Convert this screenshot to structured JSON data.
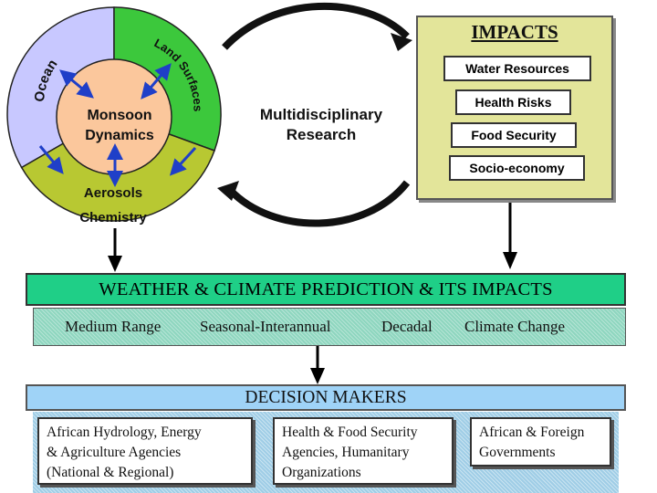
{
  "cycle": {
    "ocean_label": "Ocean",
    "land_label": "Land Surfaces",
    "center_line1": "Monsoon",
    "center_line2": "Dynamics",
    "aerosols_line1": "Aerosols",
    "aerosols_line2": "Chemistry",
    "colors": {
      "ocean": "#c8c8ff",
      "land": "#3cc83c",
      "aerosols": "#b8c832",
      "center": "#fbc79c",
      "arrow": "#1f3fc8"
    }
  },
  "research": {
    "line1": "Multidisciplinary",
    "line2": "Research"
  },
  "impacts": {
    "title": "IMPACTS",
    "items": [
      "Water Resources",
      "Health Risks",
      "Food Security",
      "Socio-economy"
    ]
  },
  "weather": {
    "title": "WEATHER & CLIMATE PREDICTION & ITS IMPACTS",
    "ranges": [
      "Medium Range",
      "Seasonal-Interannual",
      "Decadal",
      "Climate Change"
    ]
  },
  "decision": {
    "title": "DECISION MAKERS",
    "boxes": [
      {
        "lines": [
          "African Hydrology, Energy",
          "& Agriculture Agencies",
          "(National & Regional)"
        ]
      },
      {
        "lines": [
          "Health & Food Security",
          "Agencies,  Humanitary",
          "Organizations"
        ]
      },
      {
        "lines": [
          "African & Foreign",
          "Governments"
        ]
      }
    ]
  }
}
